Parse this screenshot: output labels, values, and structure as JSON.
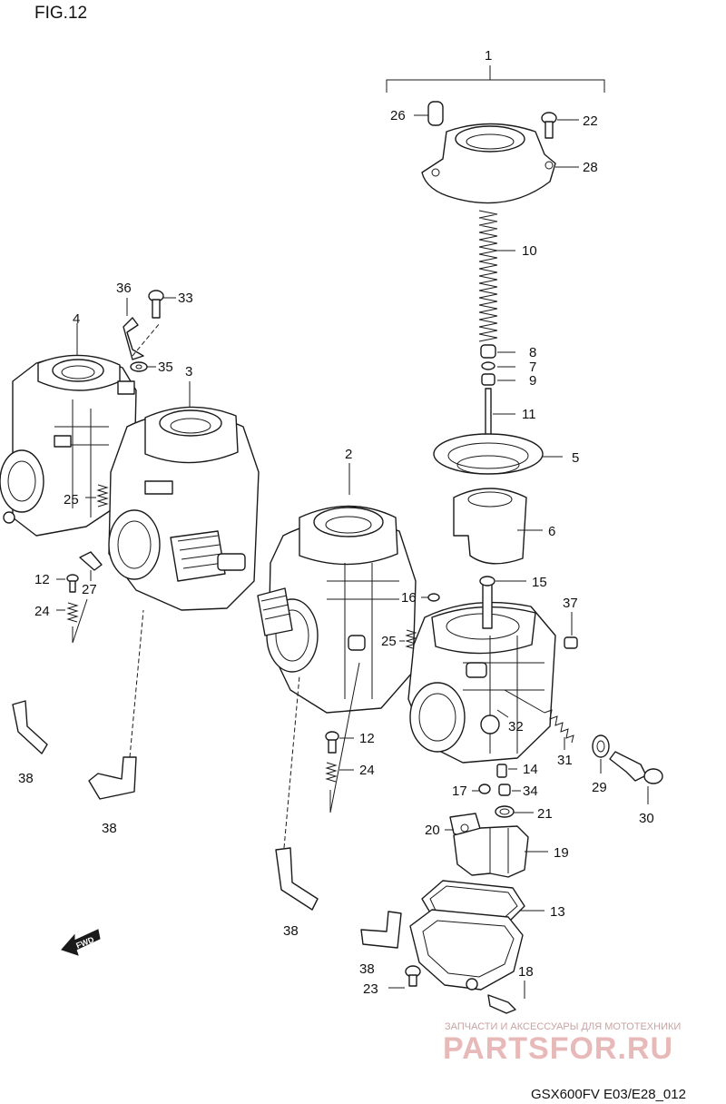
{
  "figure_label": "FIG.12",
  "model_code": "GSX600FV E03/E28_012",
  "fwd_label": "FWD",
  "watermark": {
    "top_line": "ЗАПЧАСТИ И АКСЕССУАРЫ ДЛЯ МОТОТЕХНИКИ",
    "main": "PARTSFOR.RU"
  },
  "callouts": {
    "c1": "1",
    "c2": "2",
    "c3": "3",
    "c4": "4",
    "c5": "5",
    "c6": "6",
    "c7": "7",
    "c8": "8",
    "c9": "9",
    "c10": "10",
    "c11": "11",
    "c12a": "12",
    "c12b": "12",
    "c13": "13",
    "c14": "14",
    "c15": "15",
    "c16": "16",
    "c17": "17",
    "c18": "18",
    "c19": "19",
    "c20": "20",
    "c21": "21",
    "c22": "22",
    "c23": "23",
    "c24a": "24",
    "c24b": "24",
    "c25a": "25",
    "c25b": "25",
    "c26": "26",
    "c27": "27",
    "c28": "28",
    "c29": "29",
    "c30": "30",
    "c31": "31",
    "c32": "32",
    "c33": "33",
    "c34": "34",
    "c35": "35",
    "c36": "36",
    "c37": "37",
    "c38a": "38",
    "c38b": "38",
    "c38c": "38",
    "c38d": "38"
  }
}
